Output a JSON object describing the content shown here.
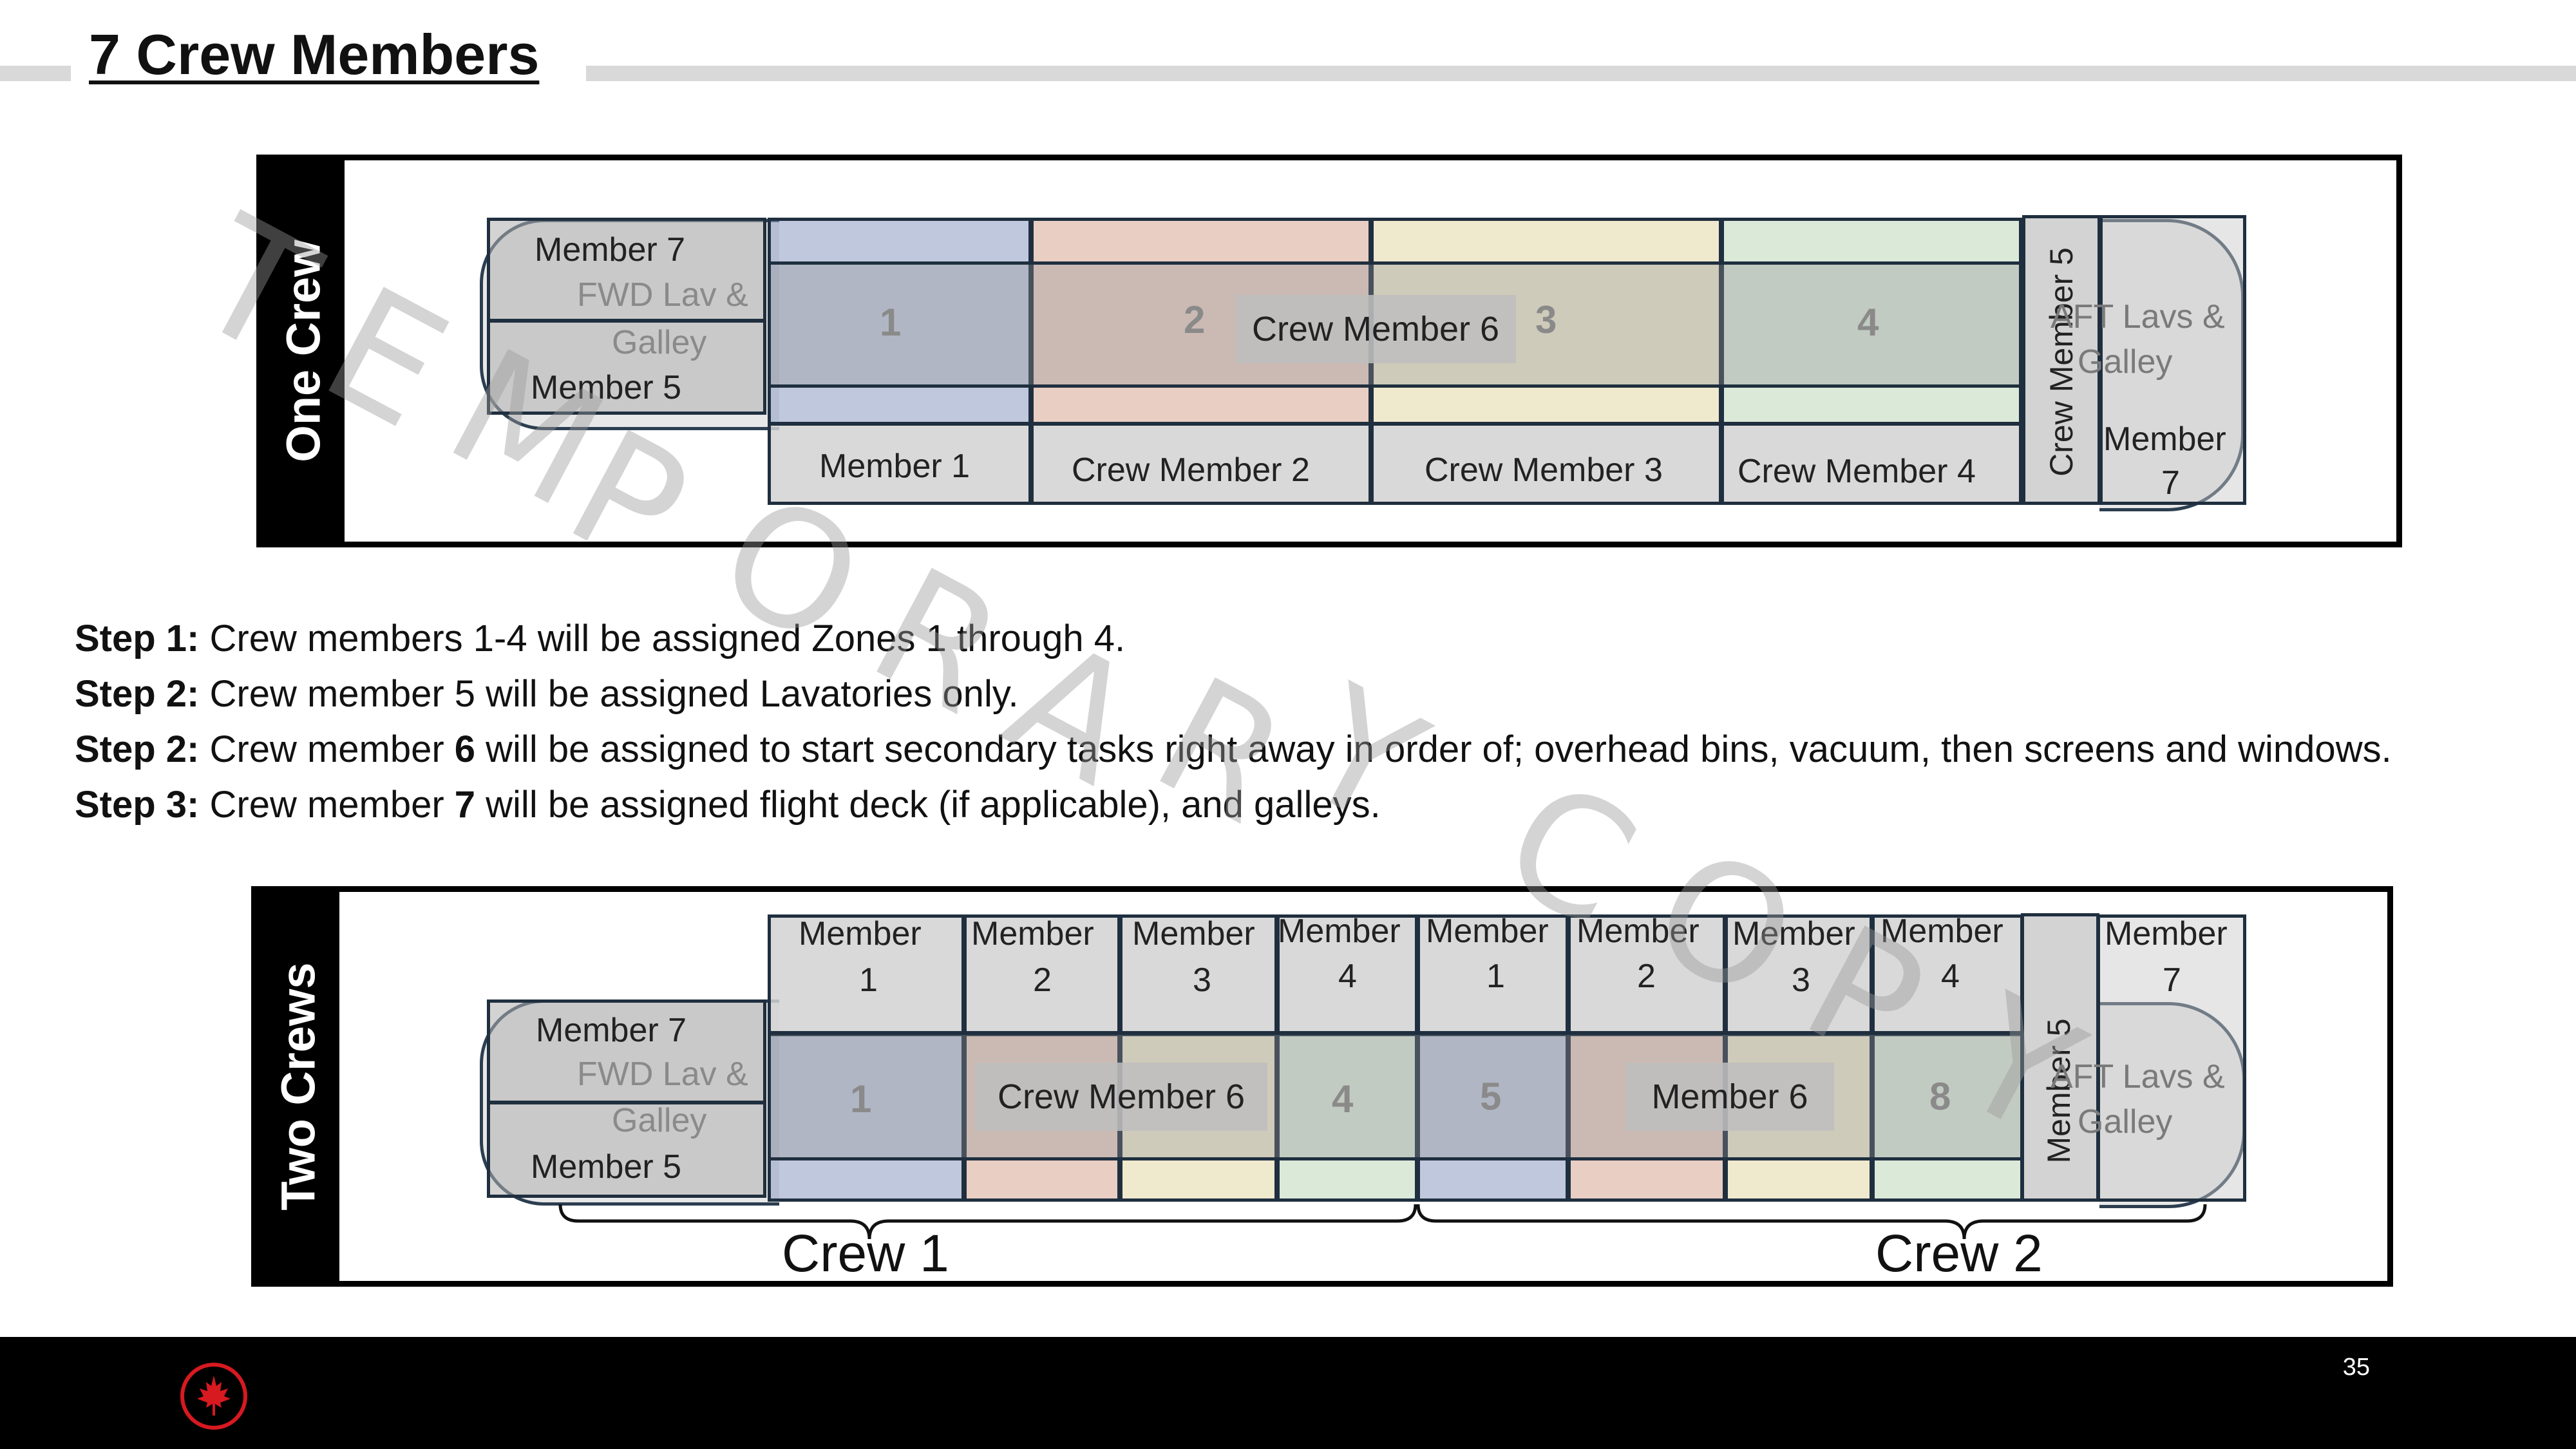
{
  "title": "7 Crew Members",
  "watermark": [
    "T",
    "E",
    "M",
    "P",
    "O",
    "R",
    "A",
    "R",
    "Y",
    "C",
    "O",
    "P",
    "Y"
  ],
  "panel_one": {
    "side_label": "One Crew",
    "fwd_member_top": "Member 7",
    "fwd_lav": "FWD Lav &",
    "fwd_galley": "Galley",
    "fwd_member_bottom": "Member 5",
    "zones": [
      "1",
      "2",
      "3",
      "4"
    ],
    "center_member": "Crew Member 6",
    "members": [
      "Member 1",
      "Crew Member 2",
      "Crew Member 3",
      "Crew Member 4"
    ],
    "aft_vertical": "Crew Member 5",
    "aft_lav": "AFT Lavs &",
    "aft_galley": "Galley",
    "aft_member_a": "Member",
    "aft_member_b": "7"
  },
  "steps": [
    {
      "prefix": "Step 1:",
      "text": " Crew members 1-4 will be assigned Zones 1 through 4."
    },
    {
      "prefix": "Step 2:",
      "text": " Crew member 5 will be assigned Lavatories only."
    },
    {
      "prefix": "Step 2:",
      "text_a": " Crew member ",
      "bold": "6",
      "text_b": " will be assigned to start secondary tasks right away in order of; overhead bins, vacuum, then screens and windows."
    },
    {
      "prefix": "Step 3:",
      "text_a": " Crew member ",
      "bold": "7",
      "text_b": " will be assigned flight deck (if applicable), and galleys."
    }
  ],
  "panel_two": {
    "side_label": "Two Crews",
    "fwd_member_top": "Member 7",
    "fwd_lav": "FWD Lav &",
    "fwd_galley": "Galley",
    "fwd_member_bottom": "Member 5",
    "top_members": [
      {
        "a": "Member",
        "b": "1"
      },
      {
        "a": "Member",
        "b": "2"
      },
      {
        "a": "Member",
        "b": "3"
      },
      {
        "a": "Member",
        "b": "4"
      },
      {
        "a": "Member",
        "b": "1"
      },
      {
        "a": "Member",
        "b": "2"
      },
      {
        "a": "Member",
        "b": "3"
      },
      {
        "a": "Member",
        "b": "4"
      }
    ],
    "aft_member_a": "Member",
    "aft_member_b": "7",
    "zones": [
      "1",
      "4",
      "5",
      "8"
    ],
    "crew1_member": "Crew Member 6",
    "crew2_member": "Member 6",
    "aft_vertical": "Member 5",
    "aft_lav": "AFT Lavs &",
    "aft_galley": "Galley",
    "crew1_label": "Crew 1",
    "crew2_label": "Crew 2"
  },
  "footer": {
    "page_number": "35"
  },
  "colors": {
    "panel_border": "#000000",
    "footer_bg": "#000000",
    "logo_red": "#d71920"
  }
}
